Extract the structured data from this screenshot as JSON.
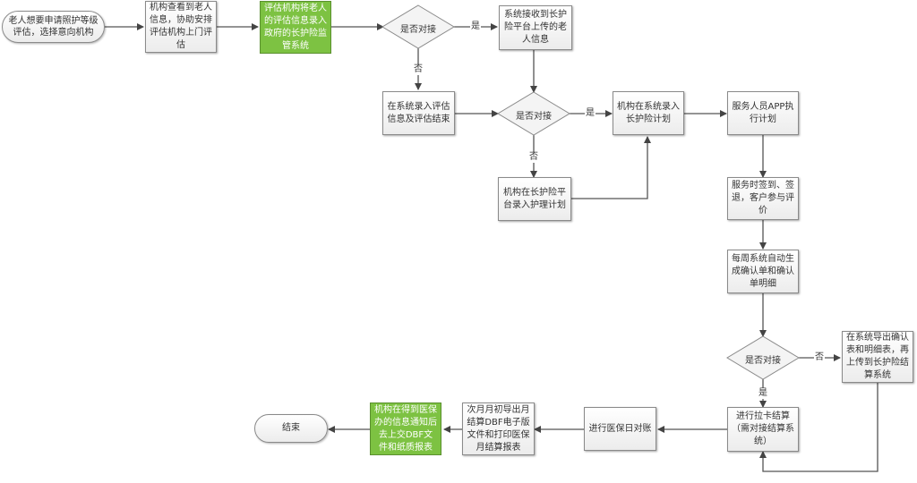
{
  "colors": {
    "highlight": "#7dc242",
    "line": "#555555",
    "box_border": "#8a8a8a"
  },
  "nodes": {
    "start": "老人想要申请照护等级评估，选择意向机构",
    "n1": "机构查看到老人信息，协助安排评估机构上门评估",
    "n2": "评估机构将老人的评估信息录入政府的长护险监管系统",
    "d1": "是否对接",
    "n3": "系统接收到长护险平台上传的老人信息",
    "n4": "在系统录入评估信息及评估结束",
    "d2": "是否对接",
    "n5": "机构在系统录入长护险计划",
    "n6": "机构在长护险平台录入护理计划",
    "n7": "服务人员APP执行计划",
    "n8": "服务时签到、签退，客户参与评价",
    "n9": "每周系统自动生成确认单和确认单明细",
    "d3": "是否对接",
    "n10": "在系统导出确认表和明细表，再上传到长护险结算系统",
    "n11": "进行拉卡结算（需对接结算系统）",
    "n12": "进行医保日对账",
    "n13": "次月月初导出月结算DBF电子版文件和打印医保月结算报表",
    "n14": "机构在得到医保办的信息通知后去上交DBF文件和纸质报表",
    "end": "结束"
  },
  "labels": {
    "yes": "是",
    "no": "否"
  }
}
